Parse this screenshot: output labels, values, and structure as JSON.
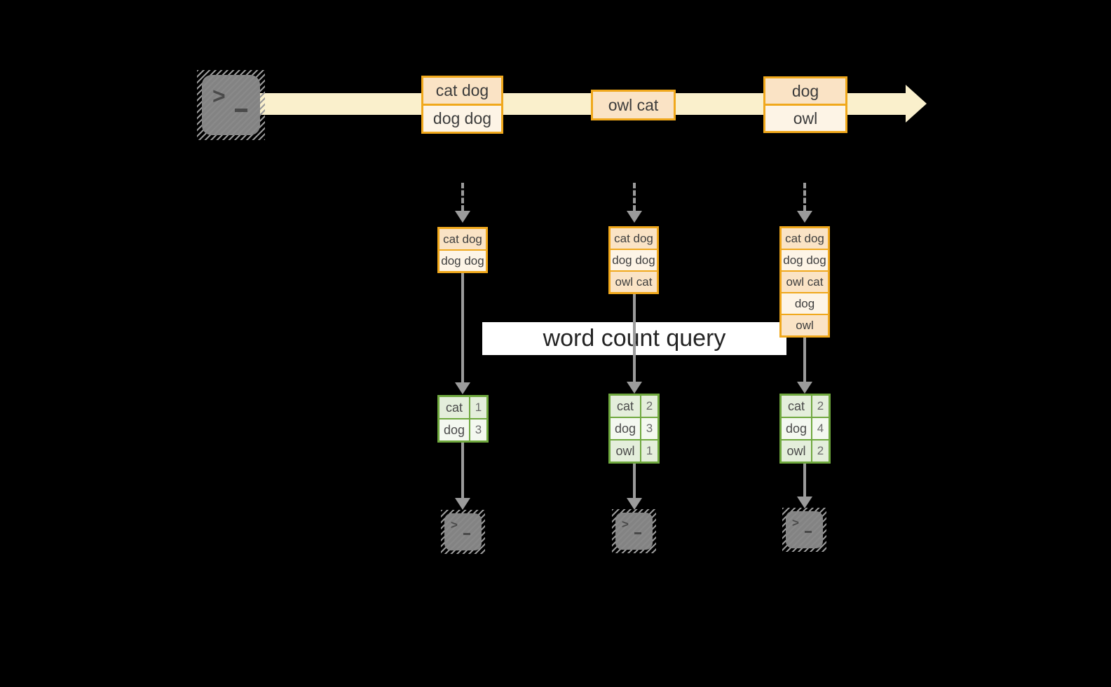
{
  "colors": {
    "background": "#000000",
    "amber_border": "#F0A81C",
    "peach_fill": "#FAE3C5",
    "cream_fill": "#FDF4E6",
    "timeline_band": "#FAF0CC",
    "green_border": "#6FA83E",
    "green_fill": "#E4EEDB",
    "green_fill_light": "#F4F8F0",
    "arrow_gray": "#9B9B9B",
    "terminal_gray": "#838383",
    "query_band_bg": "#FFFFFF"
  },
  "source_terminal": {
    "icon": "terminal-icon",
    "prompt": ">"
  },
  "timeline": {
    "events": [
      {
        "lines": [
          "cat dog",
          "dog dog"
        ]
      },
      {
        "lines": [
          "owl cat"
        ]
      },
      {
        "lines": [
          "dog",
          "owl"
        ]
      }
    ]
  },
  "query_label": "word count query",
  "columns": [
    {
      "buffer": [
        "cat dog",
        "dog dog"
      ],
      "counts": [
        {
          "word": "cat",
          "count": "1"
        },
        {
          "word": "dog",
          "count": "3"
        }
      ],
      "terminal_prompt": ">"
    },
    {
      "buffer": [
        "cat dog",
        "dog dog",
        "owl cat"
      ],
      "counts": [
        {
          "word": "cat",
          "count": "2"
        },
        {
          "word": "dog",
          "count": "3"
        },
        {
          "word": "owl",
          "count": "1"
        }
      ],
      "terminal_prompt": ">"
    },
    {
      "buffer": [
        "cat dog",
        "dog dog",
        "owl cat",
        "dog",
        "owl"
      ],
      "counts": [
        {
          "word": "cat",
          "count": "2"
        },
        {
          "word": "dog",
          "count": "4"
        },
        {
          "word": "owl",
          "count": "2"
        }
      ],
      "terminal_prompt": ">"
    }
  ]
}
